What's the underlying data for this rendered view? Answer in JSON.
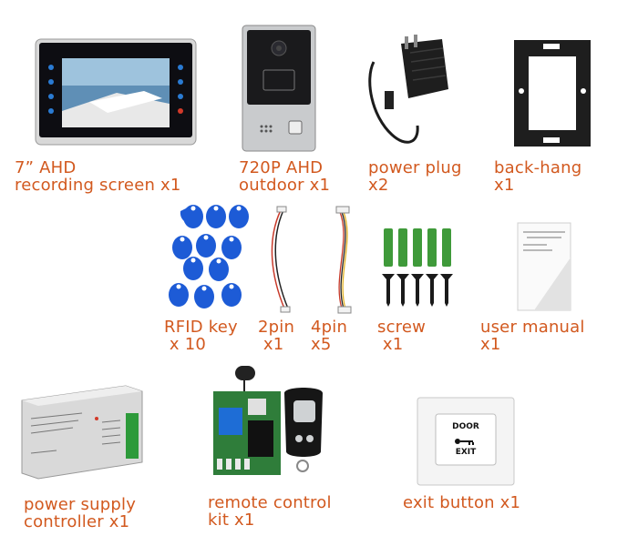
{
  "labels": {
    "monitor": "7” AHD\nrecording screen x1",
    "outdoor": "720P AHD\noutdoor x1",
    "power_plug": "power plug\nx2",
    "back_hang": "back-hang\nx1",
    "rfid": "RFID key\n x 10",
    "pin2": "2pin\n x1",
    "pin4": "4pin\nx5",
    "screw": "screw\n x1",
    "manual": "user manual\nx1",
    "psu": "power supply\ncontroller x1",
    "remote": "remote control\nkit x1",
    "exit": "exit button x1"
  },
  "button_text": {
    "door": "DOOR",
    "exit": "EXIT"
  },
  "colors": {
    "label": "#d2591f",
    "rfid_blue": "#1d5bd6",
    "screw_green": "#3f9a3a",
    "psu_grey": "#d9d9d9",
    "pcb_green": "#2f7d3a"
  }
}
